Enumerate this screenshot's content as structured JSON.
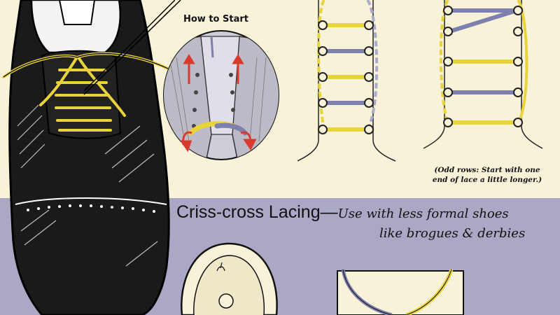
{
  "how_to_start": {
    "title": "How to Start"
  },
  "odd_rows_note": {
    "line1": "(Odd rows: Start with one",
    "line2": "end of lace a little longer.)"
  },
  "criss_cross": {
    "title": "Criss-cross Lacing",
    "dash": "—",
    "desc_line1": "Use with less formal shoes",
    "desc_line2": "like brogues & derbies"
  },
  "colors": {
    "lace_yellow": "#e8d43a",
    "lace_purple": "#7d7fad",
    "cream_bg": "#f8f2d9",
    "lavender_band": "#aaa8c4",
    "arrow_red": "#d83a2e",
    "ink": "#111111"
  },
  "icons": [
    "shoe-illustration",
    "how-to-start-inset",
    "eyelet-diagram",
    "red-arrow"
  ]
}
